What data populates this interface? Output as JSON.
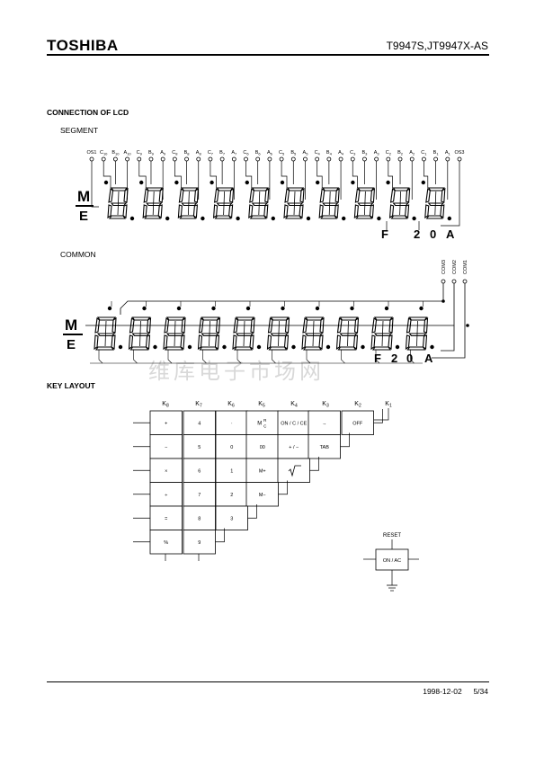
{
  "header": {
    "brand": "TOSHIBA",
    "doc_id": "T9947S,JT9947X-AS"
  },
  "sections": {
    "lcd_title": "CONNECTION OF LCD",
    "segment_label": "SEGMENT",
    "common_label": "COMMON",
    "key_layout_title": "KEY LAYOUT"
  },
  "segment_pins": [
    "OS1",
    "C10",
    "B10",
    "A10",
    "C9",
    "B9",
    "A9",
    "C8",
    "B8",
    "A8",
    "C7",
    "B7",
    "A7",
    "C6",
    "B6",
    "A6",
    "C5",
    "B5",
    "A5",
    "C4",
    "B4",
    "A4",
    "C3",
    "B3",
    "A3",
    "C2",
    "B2",
    "A2",
    "C1",
    "B1",
    "A1",
    "OS3"
  ],
  "lcd": {
    "digit_count": 10,
    "m_label": "M",
    "e_label": "E",
    "seg_annunciators": [
      "F",
      "2",
      "0",
      "A"
    ],
    "com_annunciators": [
      "F",
      "2",
      "0",
      "A"
    ],
    "com_pins": [
      "COM3",
      "COM2",
      "COM1"
    ]
  },
  "keys": {
    "columns": [
      "K8",
      "K7",
      "K6",
      "K5",
      "K4",
      "K3",
      "K2",
      "K1"
    ],
    "rows": [
      [
        "+",
        "4",
        "·",
        "M R C",
        "ON / C / CE",
        "→",
        "OFF"
      ],
      [
        "−",
        "5",
        "0",
        "00",
        "+ / −",
        "TAB"
      ],
      [
        "×",
        "6",
        "1",
        "M+",
        "√"
      ],
      [
        "÷",
        "7",
        "2",
        "M−"
      ],
      [
        "=",
        "8",
        "3"
      ],
      [
        "%",
        "9"
      ]
    ],
    "reset_label": "RESET",
    "on_ac_label": "ON / AC"
  },
  "watermark": "维库电子市场网",
  "footer": {
    "date": "1998-12-02",
    "page": "5/34"
  }
}
